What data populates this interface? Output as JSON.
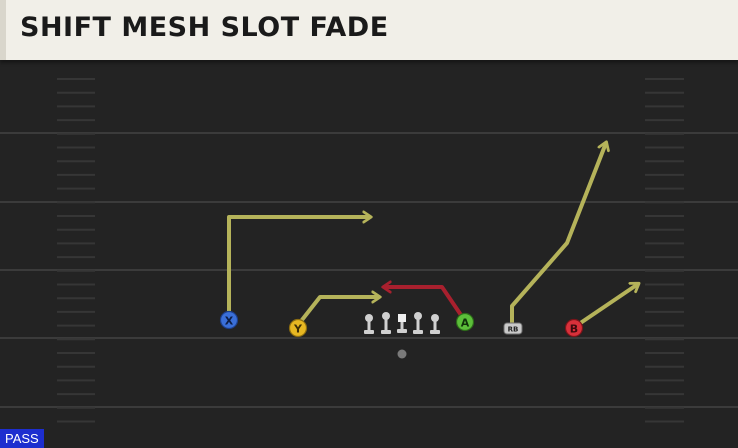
{
  "play": {
    "title": "SHIFT MESH SLOT FADE",
    "play_type": "PASS"
  },
  "players": [
    {
      "id": "X",
      "button": "X",
      "color": "#3a6fd8"
    },
    {
      "id": "Y",
      "button": "Y",
      "color": "#e7b722"
    },
    {
      "id": "A",
      "button": "A",
      "color": "#5cbf3a"
    },
    {
      "id": "RB",
      "button": "RB",
      "color": "#c9c9c9"
    },
    {
      "id": "B",
      "button": "B",
      "color": "#d8303a"
    }
  ],
  "colors": {
    "field": "#232323",
    "route_primary": "#b5b35a",
    "route_hot": "#a8202e",
    "yard_line": "#3a3a3a"
  }
}
